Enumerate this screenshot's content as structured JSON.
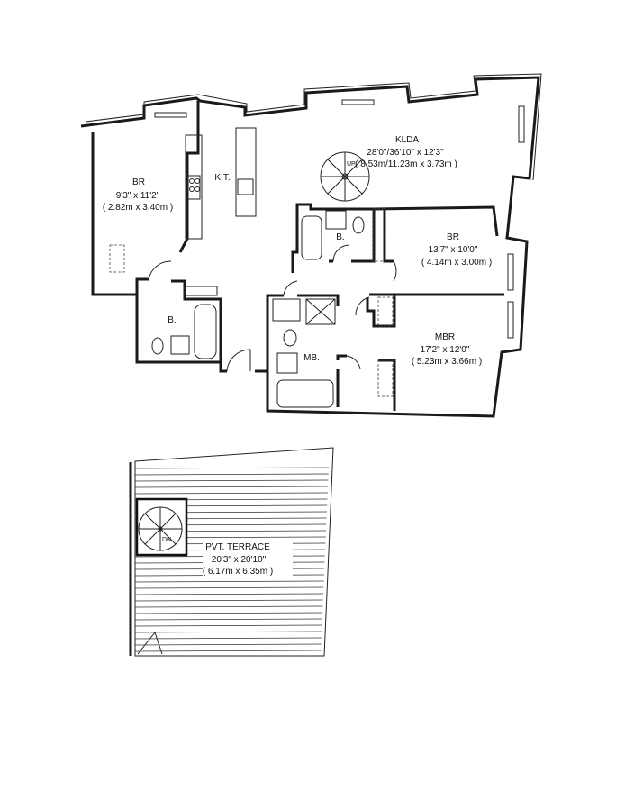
{
  "rooms": {
    "br1": {
      "name": "BR",
      "dim_ft": "9'3\" x 11'2\"",
      "dim_m": "( 2.82m x 3.40m )"
    },
    "kit": {
      "name": "KIT."
    },
    "klda": {
      "name": "KLDA",
      "dim_ft": "28'0\"/36'10\" x 12'3\"",
      "dim_m": "( 8.53m/11.23m x 3.73m )"
    },
    "bath1": {
      "name": "B."
    },
    "bath2": {
      "name": "B."
    },
    "br2": {
      "name": "BR",
      "dim_ft": "13'7\" x 10'0\"",
      "dim_m": "( 4.14m x 3.00m )"
    },
    "mbath": {
      "name": "MB."
    },
    "mbr": {
      "name": "MBR",
      "dim_ft": "17'2\" x 12'0\"",
      "dim_m": "( 5.23m x 3.66m )"
    },
    "terrace": {
      "name": "PVT. TERRACE",
      "dim_ft": "20'3\" x 20'10\"",
      "dim_m": "( 6.17m x 6.35m )"
    }
  },
  "stairs": {
    "up_label": "UP",
    "down_label": "DN"
  }
}
